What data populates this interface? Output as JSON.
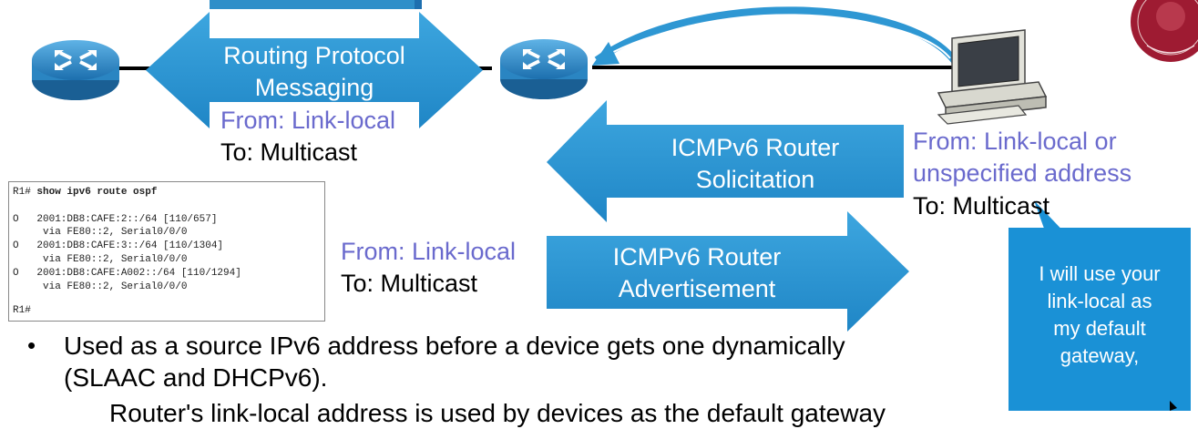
{
  "diagram": {
    "arrow_routing": {
      "line1": "Routing Protocol",
      "line2": "Messaging"
    },
    "routing_from": "From: Link-local",
    "routing_to": "To: Multicast",
    "arrow_solicitation": {
      "line1": "ICMPv6 Router",
      "line2": "Solicitation"
    },
    "pc_from_line1": "From: Link-local or",
    "pc_from_line2": "unspecified address",
    "pc_to": "To: Multicast",
    "arrow_advertisement": {
      "line1": "ICMPv6 Router",
      "line2": "Advertisement"
    },
    "adv_from": "From: Link-local",
    "adv_to": "To: Multicast",
    "callout": {
      "line1": "I will use your",
      "line2": "link-local as",
      "line3": "my default",
      "line4": "gateway,"
    },
    "colors": {
      "arrow_blue": "#2E97D3",
      "purple_text": "#6A6ACD",
      "callout_blue": "#1A91D6",
      "logo_red": "#9E1B32"
    }
  },
  "terminal": {
    "prompt": "R1# ",
    "command": "show ipv6 route ospf",
    "lines": [
      "O   2001:DB8:CAFE:2::/64 [110/657]",
      "     via FE80::2, Serial0/0/0",
      "O   2001:DB8:CAFE:3::/64 [110/1304]",
      "     via FE80::2, Serial0/0/0",
      "O   2001:DB8:CAFE:A002::/64 [110/1294]",
      "     via FE80::2, Serial0/0/0",
      "R1#"
    ]
  },
  "bullets": {
    "line1": "Used as a source IPv6 address before a device gets one dynamically",
    "line2": "(SLAAC and DHCPv6).",
    "line3": "Router's link-local address is used by devices as the default gateway"
  }
}
